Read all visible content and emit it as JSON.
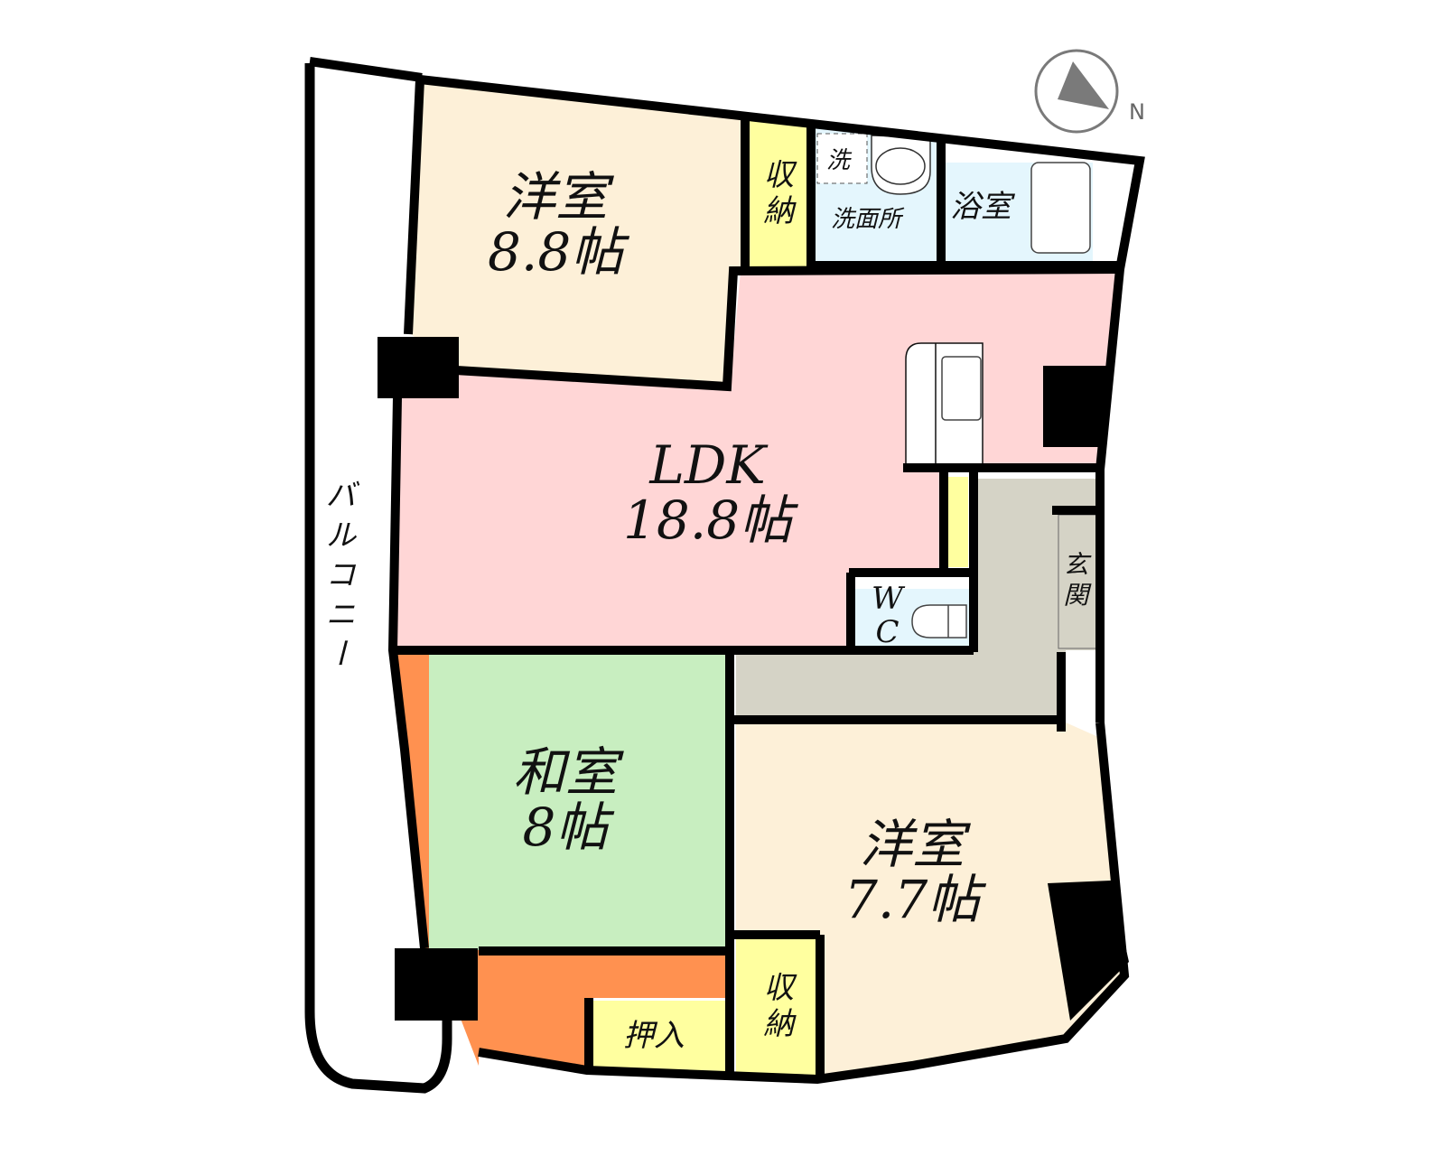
{
  "compass": {
    "label": "N",
    "direction_deg": -20
  },
  "colors": {
    "wall": "#000000",
    "western_room": "#fdf0d8",
    "ldk": "#ffd6d6",
    "japanese_room": "#c8eec0",
    "closet": "#ffff9f",
    "engawa": "#ff9150",
    "wet_area": "#e4f6fd",
    "hall": "#d5d3c6",
    "compass": "#7a7a7a"
  },
  "rooms": {
    "western1": {
      "name": "洋室",
      "size": "8.8帖"
    },
    "ldk": {
      "name": "LDK",
      "size": "18.8帖"
    },
    "japanese": {
      "name": "和室",
      "size": "8帖"
    },
    "western2": {
      "name": "洋室",
      "size": "7.7帖"
    },
    "closet1": {
      "name": "収納"
    },
    "closet2": {
      "name": "収納"
    },
    "oshiire": {
      "name": "押入"
    },
    "washroom": {
      "name": "洗面所"
    },
    "washer": {
      "name": "洗"
    },
    "bathroom": {
      "name": "浴室"
    },
    "wc": {
      "line1": "W",
      "line2": "C"
    },
    "entrance": {
      "name": "玄関"
    },
    "balcony": {
      "name": "バルコニー"
    }
  }
}
